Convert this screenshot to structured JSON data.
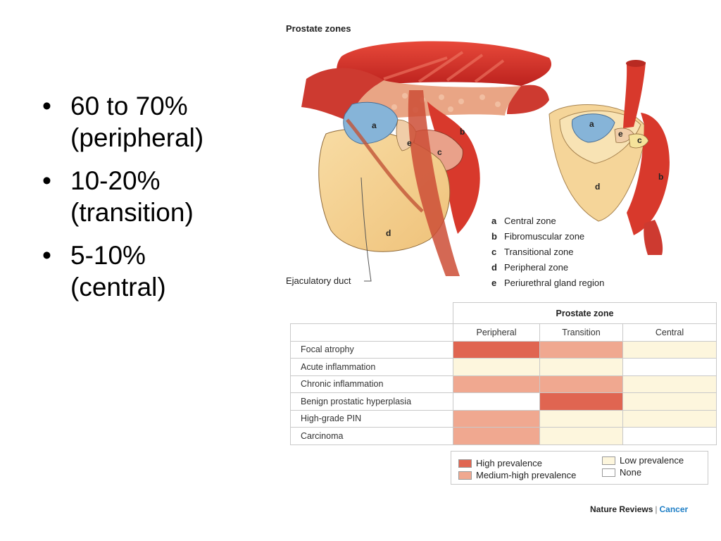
{
  "bullets": [
    {
      "line1": "60 to 70%",
      "line2": "(peripheral)"
    },
    {
      "line1": "10-20%",
      "line2": "(transition)"
    },
    {
      "line1": "5-10%",
      "line2": "(central)"
    }
  ],
  "figure": {
    "title": "Prostate zones",
    "zone_letters": {
      "a": "a",
      "b": "b",
      "c": "c",
      "d": "d",
      "e": "e"
    },
    "key": [
      {
        "letter": "a",
        "label": "Central zone"
      },
      {
        "letter": "b",
        "label": "Fibromuscular zone"
      },
      {
        "letter": "c",
        "label": "Transitional zone"
      },
      {
        "letter": "d",
        "label": "Peripheral zone"
      },
      {
        "letter": "e",
        "label": "Periurethral gland region"
      }
    ],
    "ejaculatory_duct_label": "Ejaculatory duct"
  },
  "table": {
    "group_header": "Prostate zone",
    "columns": [
      "Peripheral",
      "Transition",
      "Central"
    ],
    "rows": [
      {
        "label": "Focal atrophy",
        "levels": [
          "high",
          "medium-high",
          "low"
        ]
      },
      {
        "label": "Acute inflammation",
        "levels": [
          "low",
          "low",
          "none"
        ]
      },
      {
        "label": "Chronic inflammation",
        "levels": [
          "medium-high",
          "medium-high",
          "low"
        ]
      },
      {
        "label": "Benign prostatic hyperplasia",
        "levels": [
          "none",
          "high",
          "low"
        ]
      },
      {
        "label": "High-grade PIN",
        "levels": [
          "medium-high",
          "low",
          "low"
        ]
      },
      {
        "label": "Carcinoma",
        "levels": [
          "medium-high",
          "low",
          "none"
        ]
      }
    ]
  },
  "legend": {
    "high": "High prevalence",
    "medium_high": "Medium-high prevalence",
    "low": "Low prevalence",
    "none": "None"
  },
  "colors": {
    "high": "#e06551",
    "medium-high": "#f0a890",
    "low": "#fdf6dd",
    "none": "#ffffff",
    "capsule": "#f4cf8a",
    "central_zone": "#86b4d8",
    "muscle": "#d83a2e"
  },
  "credit": {
    "publisher": "Nature Reviews",
    "separator": "|",
    "journal": "Cancer"
  }
}
